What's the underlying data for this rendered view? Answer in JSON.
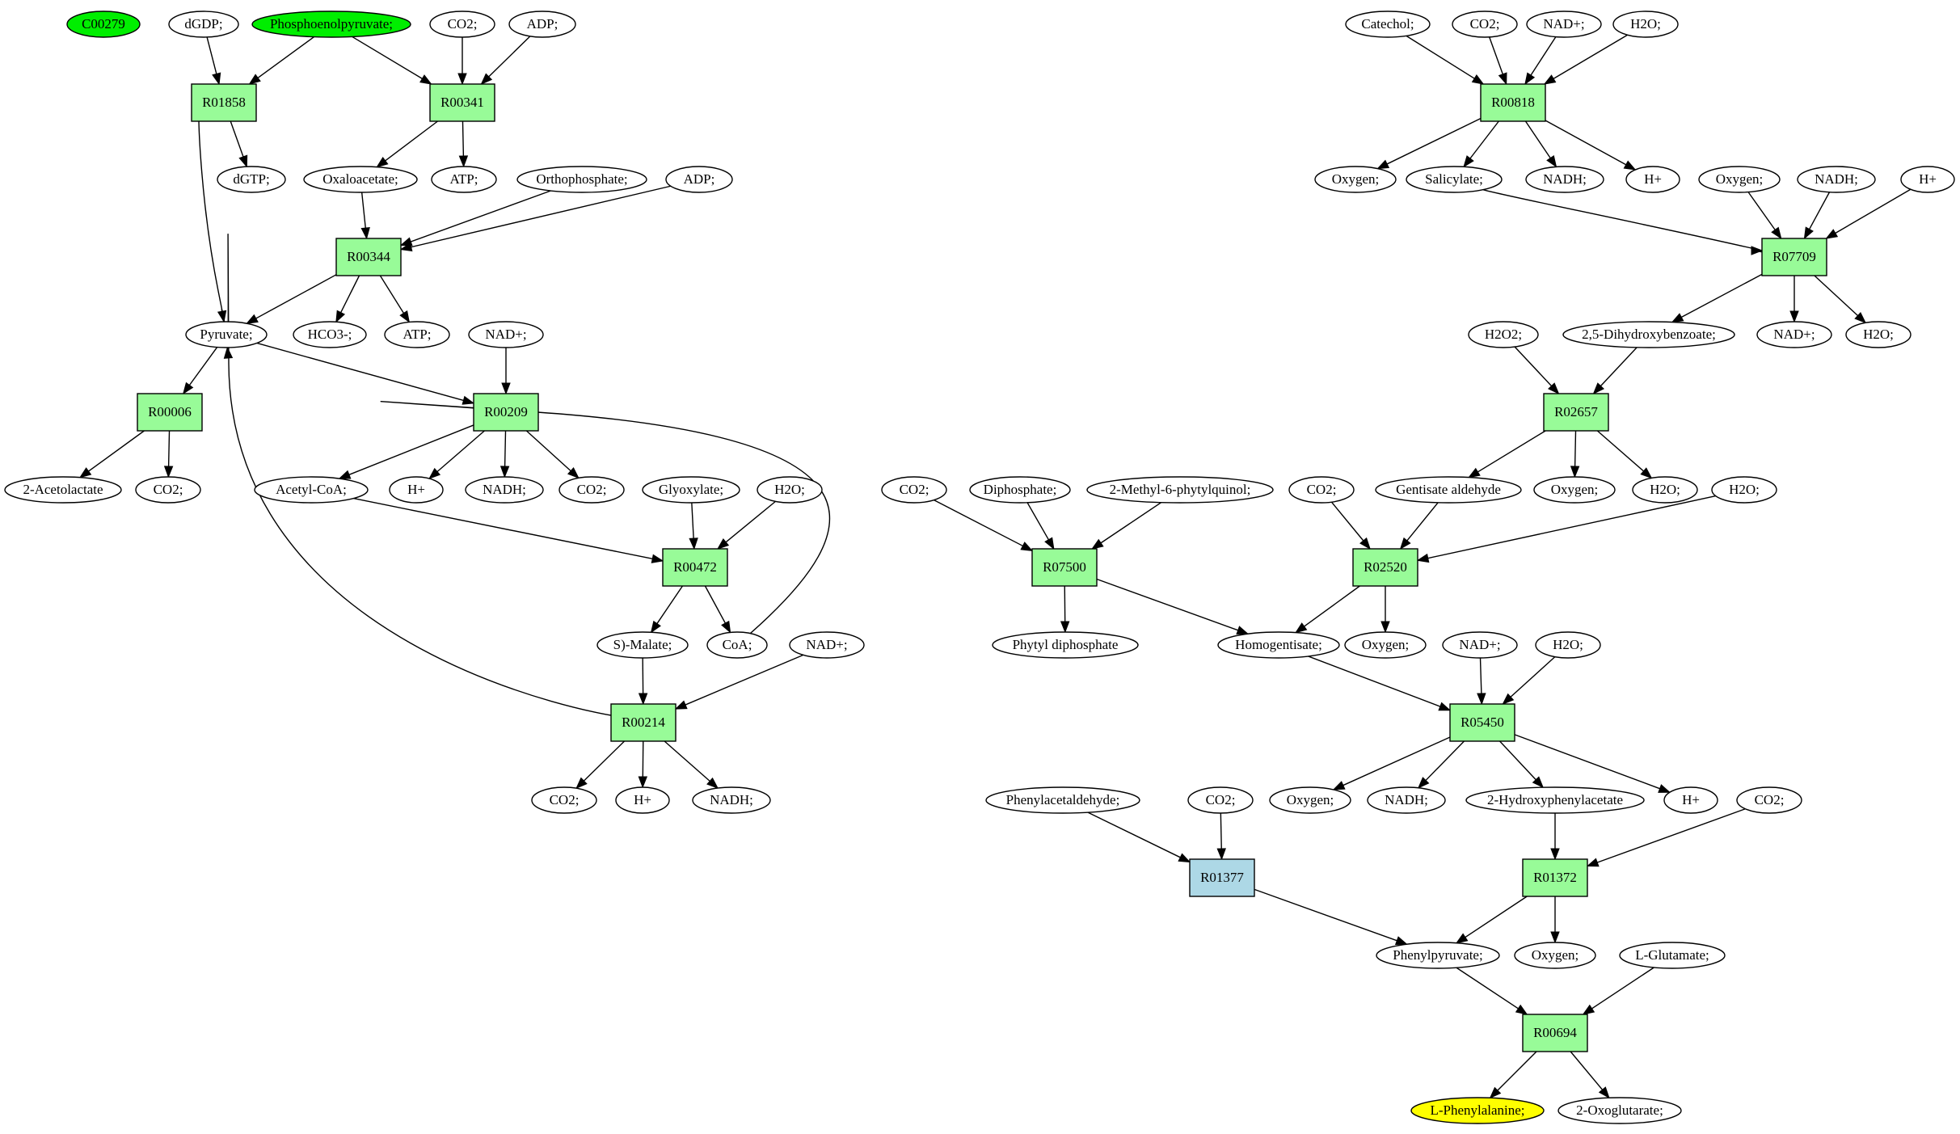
{
  "colors": {
    "start_compound": "#00ee00",
    "target_compound": "#ffff00",
    "default_compound": "#ffffff",
    "reaction": "#98fb98",
    "highlight_reaction": "#add8e6",
    "line": "#000000"
  },
  "compounds": [
    {
      "id": "c_C00279",
      "label": "C00279",
      "fill": "start"
    },
    {
      "id": "c_dGDP",
      "label": "dGDP;"
    },
    {
      "id": "c_PEP",
      "label": "Phosphoenolpyruvate;",
      "fill": "start"
    },
    {
      "id": "c_CO2_a",
      "label": "CO2;"
    },
    {
      "id": "c_ADP_a",
      "label": "ADP;"
    },
    {
      "id": "c_dGTP",
      "label": "dGTP;"
    },
    {
      "id": "c_Oxaloacetate",
      "label": "Oxaloacetate;"
    },
    {
      "id": "c_ATP_a",
      "label": "ATP;"
    },
    {
      "id": "c_Orthophosphate",
      "label": "Orthophosphate;"
    },
    {
      "id": "c_ADP_b",
      "label": "ADP;"
    },
    {
      "id": "c_Pyruvate",
      "label": "Pyruvate;"
    },
    {
      "id": "c_HCO3",
      "label": "HCO3-;"
    },
    {
      "id": "c_ATP_b",
      "label": "ATP;"
    },
    {
      "id": "c_NADp_a",
      "label": "NAD+;"
    },
    {
      "id": "c_Acetolactate",
      "label": "2-Acetolactate"
    },
    {
      "id": "c_CO2_b",
      "label": "CO2;"
    },
    {
      "id": "c_AcetylCoA",
      "label": "Acetyl-CoA;"
    },
    {
      "id": "c_Hp_a",
      "label": "H+"
    },
    {
      "id": "c_NADH_a",
      "label": "NADH;"
    },
    {
      "id": "c_CO2_c",
      "label": "CO2;"
    },
    {
      "id": "c_Glyoxylate",
      "label": "Glyoxylate;"
    },
    {
      "id": "c_H2O_a",
      "label": "H2O;"
    },
    {
      "id": "c_Malate",
      "label": "S)-Malate;"
    },
    {
      "id": "c_CoA",
      "label": "CoA;"
    },
    {
      "id": "c_NADp_b",
      "label": "NAD+;"
    },
    {
      "id": "c_CO2_d",
      "label": "CO2;"
    },
    {
      "id": "c_Hp_b",
      "label": "H+"
    },
    {
      "id": "c_NADH_b",
      "label": "NADH;"
    },
    {
      "id": "c_Catechol",
      "label": "Catechol;"
    },
    {
      "id": "c_CO2_e",
      "label": "CO2;"
    },
    {
      "id": "c_NADp_c",
      "label": "NAD+;"
    },
    {
      "id": "c_H2O_b",
      "label": "H2O;"
    },
    {
      "id": "c_Oxygen_a",
      "label": "Oxygen;"
    },
    {
      "id": "c_Salicylate",
      "label": "Salicylate;"
    },
    {
      "id": "c_NADH_c",
      "label": "NADH;"
    },
    {
      "id": "c_Hp_c",
      "label": "H+"
    },
    {
      "id": "c_Oxygen_b",
      "label": "Oxygen;"
    },
    {
      "id": "c_NADH_d",
      "label": "NADH;"
    },
    {
      "id": "c_Hp_d",
      "label": "H+"
    },
    {
      "id": "c_H2O2",
      "label": "H2O2;"
    },
    {
      "id": "c_DHB",
      "label": "2,5-Dihydroxybenzoate;"
    },
    {
      "id": "c_NADp_d",
      "label": "NAD+;"
    },
    {
      "id": "c_H2O_c",
      "label": "H2O;"
    },
    {
      "id": "c_CO2_f",
      "label": "CO2;"
    },
    {
      "id": "c_Diphosphate",
      "label": "Diphosphate;"
    },
    {
      "id": "c_MPQ",
      "label": "2-Methyl-6-phytylquinol;"
    },
    {
      "id": "c_CO2_g",
      "label": "CO2;"
    },
    {
      "id": "c_Gentisate",
      "label": "Gentisate aldehyde"
    },
    {
      "id": "c_Oxygen_c",
      "label": "Oxygen;"
    },
    {
      "id": "c_H2O_d",
      "label": "H2O;"
    },
    {
      "id": "c_H2O_e",
      "label": "H2O;"
    },
    {
      "id": "c_PhytylDP",
      "label": "Phytyl diphosphate"
    },
    {
      "id": "c_Homogentisate",
      "label": "Homogentisate;"
    },
    {
      "id": "c_Oxygen_d",
      "label": "Oxygen;"
    },
    {
      "id": "c_NADp_e",
      "label": "NAD+;"
    },
    {
      "id": "c_H2O_f",
      "label": "H2O;"
    },
    {
      "id": "c_Phenylacetaldehyde",
      "label": "Phenylacetaldehyde;"
    },
    {
      "id": "c_CO2_h",
      "label": "CO2;"
    },
    {
      "id": "c_Oxygen_e",
      "label": "Oxygen;"
    },
    {
      "id": "c_NADH_e",
      "label": "NADH;"
    },
    {
      "id": "c_HPA",
      "label": "2-Hydroxyphenylacetate"
    },
    {
      "id": "c_Hp_e",
      "label": "H+"
    },
    {
      "id": "c_CO2_i",
      "label": "CO2;"
    },
    {
      "id": "c_Phenylpyruvate",
      "label": "Phenylpyruvate;"
    },
    {
      "id": "c_Oxygen_f",
      "label": "Oxygen;"
    },
    {
      "id": "c_Glutamate",
      "label": "L-Glutamate;"
    },
    {
      "id": "c_Phenylalanine",
      "label": "L-Phenylalanine;",
      "fill": "target"
    },
    {
      "id": "c_Oxoglutarate",
      "label": "2-Oxoglutarate;"
    }
  ],
  "reactions": [
    {
      "id": "r_R01858",
      "label": "R01858"
    },
    {
      "id": "r_R00341",
      "label": "R00341"
    },
    {
      "id": "r_R00344",
      "label": "R00344"
    },
    {
      "id": "r_R00006",
      "label": "R00006"
    },
    {
      "id": "r_R00209",
      "label": "R00209"
    },
    {
      "id": "r_R00472",
      "label": "R00472"
    },
    {
      "id": "r_R00214",
      "label": "R00214"
    },
    {
      "id": "r_R00818",
      "label": "R00818"
    },
    {
      "id": "r_R07709",
      "label": "R07709"
    },
    {
      "id": "r_R02657",
      "label": "R02657"
    },
    {
      "id": "r_R07500",
      "label": "R07500"
    },
    {
      "id": "r_R02520",
      "label": "R02520"
    },
    {
      "id": "r_R05450",
      "label": "R05450"
    },
    {
      "id": "r_R01377",
      "label": "R01377",
      "fill": "highlight"
    },
    {
      "id": "r_R01372",
      "label": "R01372"
    },
    {
      "id": "r_R00694",
      "label": "R00694"
    }
  ],
  "edges": [
    [
      "c_dGDP",
      "r_R01858"
    ],
    [
      "c_PEP",
      "r_R01858"
    ],
    [
      "r_R01858",
      "c_dGTP"
    ],
    [
      "r_R01858",
      "c_Pyruvate"
    ],
    [
      "c_PEP",
      "r_R00341"
    ],
    [
      "c_CO2_a",
      "r_R00341"
    ],
    [
      "c_ADP_a",
      "r_R00341"
    ],
    [
      "r_R00341",
      "c_Oxaloacetate"
    ],
    [
      "r_R00341",
      "c_ATP_a"
    ],
    [
      "c_Oxaloacetate",
      "r_R00344"
    ],
    [
      "c_Orthophosphate",
      "r_R00344"
    ],
    [
      "c_ADP_b",
      "r_R00344"
    ],
    [
      "r_R00344",
      "c_Pyruvate"
    ],
    [
      "r_R00344",
      "c_HCO3"
    ],
    [
      "r_R00344",
      "c_ATP_b"
    ],
    [
      "c_Pyruvate",
      "r_R00006"
    ],
    [
      "r_R00006",
      "c_Acetolactate"
    ],
    [
      "r_R00006",
      "c_CO2_b"
    ],
    [
      "c_Pyruvate",
      "r_R00209"
    ],
    [
      "c_NADp_a",
      "r_R00209"
    ],
    [
      "c_CoA",
      "r_R00209"
    ],
    [
      "r_R00209",
      "c_AcetylCoA"
    ],
    [
      "r_R00209",
      "c_Hp_a"
    ],
    [
      "r_R00209",
      "c_NADH_a"
    ],
    [
      "r_R00209",
      "c_CO2_c"
    ],
    [
      "c_AcetylCoA",
      "r_R00472"
    ],
    [
      "c_Glyoxylate",
      "r_R00472"
    ],
    [
      "c_H2O_a",
      "r_R00472"
    ],
    [
      "r_R00472",
      "c_Malate"
    ],
    [
      "r_R00472",
      "c_CoA"
    ],
    [
      "c_Malate",
      "r_R00214"
    ],
    [
      "c_NADp_b",
      "r_R00214"
    ],
    [
      "r_R00214",
      "c_Pyruvate"
    ],
    [
      "r_R00214",
      "c_CO2_d"
    ],
    [
      "r_R00214",
      "c_Hp_b"
    ],
    [
      "r_R00214",
      "c_NADH_b"
    ],
    [
      "c_Catechol",
      "r_R00818"
    ],
    [
      "c_CO2_e",
      "r_R00818"
    ],
    [
      "c_NADp_c",
      "r_R00818"
    ],
    [
      "c_H2O_b",
      "r_R00818"
    ],
    [
      "r_R00818",
      "c_Oxygen_a"
    ],
    [
      "r_R00818",
      "c_Salicylate"
    ],
    [
      "r_R00818",
      "c_NADH_c"
    ],
    [
      "r_R00818",
      "c_Hp_c"
    ],
    [
      "c_Salicylate",
      "r_R07709"
    ],
    [
      "c_Oxygen_b",
      "r_R07709"
    ],
    [
      "c_NADH_d",
      "r_R07709"
    ],
    [
      "c_Hp_d",
      "r_R07709"
    ],
    [
      "r_R07709",
      "c_DHB"
    ],
    [
      "r_R07709",
      "c_NADp_d"
    ],
    [
      "r_R07709",
      "c_H2O_c"
    ],
    [
      "c_H2O2",
      "r_R02657"
    ],
    [
      "c_DHB",
      "r_R02657"
    ],
    [
      "r_R02657",
      "c_Gentisate"
    ],
    [
      "r_R02657",
      "c_Oxygen_c"
    ],
    [
      "r_R02657",
      "c_H2O_d"
    ],
    [
      "c_CO2_f",
      "r_R07500"
    ],
    [
      "c_Diphosphate",
      "r_R07500"
    ],
    [
      "c_MPQ",
      "r_R07500"
    ],
    [
      "r_R07500",
      "c_PhytylDP"
    ],
    [
      "r_R07500",
      "c_Homogentisate"
    ],
    [
      "c_CO2_g",
      "r_R02520"
    ],
    [
      "c_Gentisate",
      "r_R02520"
    ],
    [
      "c_H2O_e",
      "r_R02520"
    ],
    [
      "r_R02520",
      "c_Homogentisate"
    ],
    [
      "r_R02520",
      "c_Oxygen_d"
    ],
    [
      "c_Homogentisate",
      "r_R05450"
    ],
    [
      "c_NADp_e",
      "r_R05450"
    ],
    [
      "c_H2O_f",
      "r_R05450"
    ],
    [
      "r_R05450",
      "c_Oxygen_e"
    ],
    [
      "r_R05450",
      "c_NADH_e"
    ],
    [
      "r_R05450",
      "c_HPA"
    ],
    [
      "r_R05450",
      "c_Hp_e"
    ],
    [
      "c_Phenylacetaldehyde",
      "r_R01377"
    ],
    [
      "c_CO2_h",
      "r_R01377"
    ],
    [
      "r_R01377",
      "c_Phenylpyruvate"
    ],
    [
      "c_HPA",
      "r_R01372"
    ],
    [
      "c_CO2_i",
      "r_R01372"
    ],
    [
      "r_R01372",
      "c_Phenylpyruvate"
    ],
    [
      "r_R01372",
      "c_Oxygen_f"
    ],
    [
      "c_Phenylpyruvate",
      "r_R00694"
    ],
    [
      "c_Glutamate",
      "r_R00694"
    ],
    [
      "r_R00694",
      "c_Phenylalanine"
    ],
    [
      "r_R00694",
      "c_Oxoglutarate"
    ]
  ]
}
